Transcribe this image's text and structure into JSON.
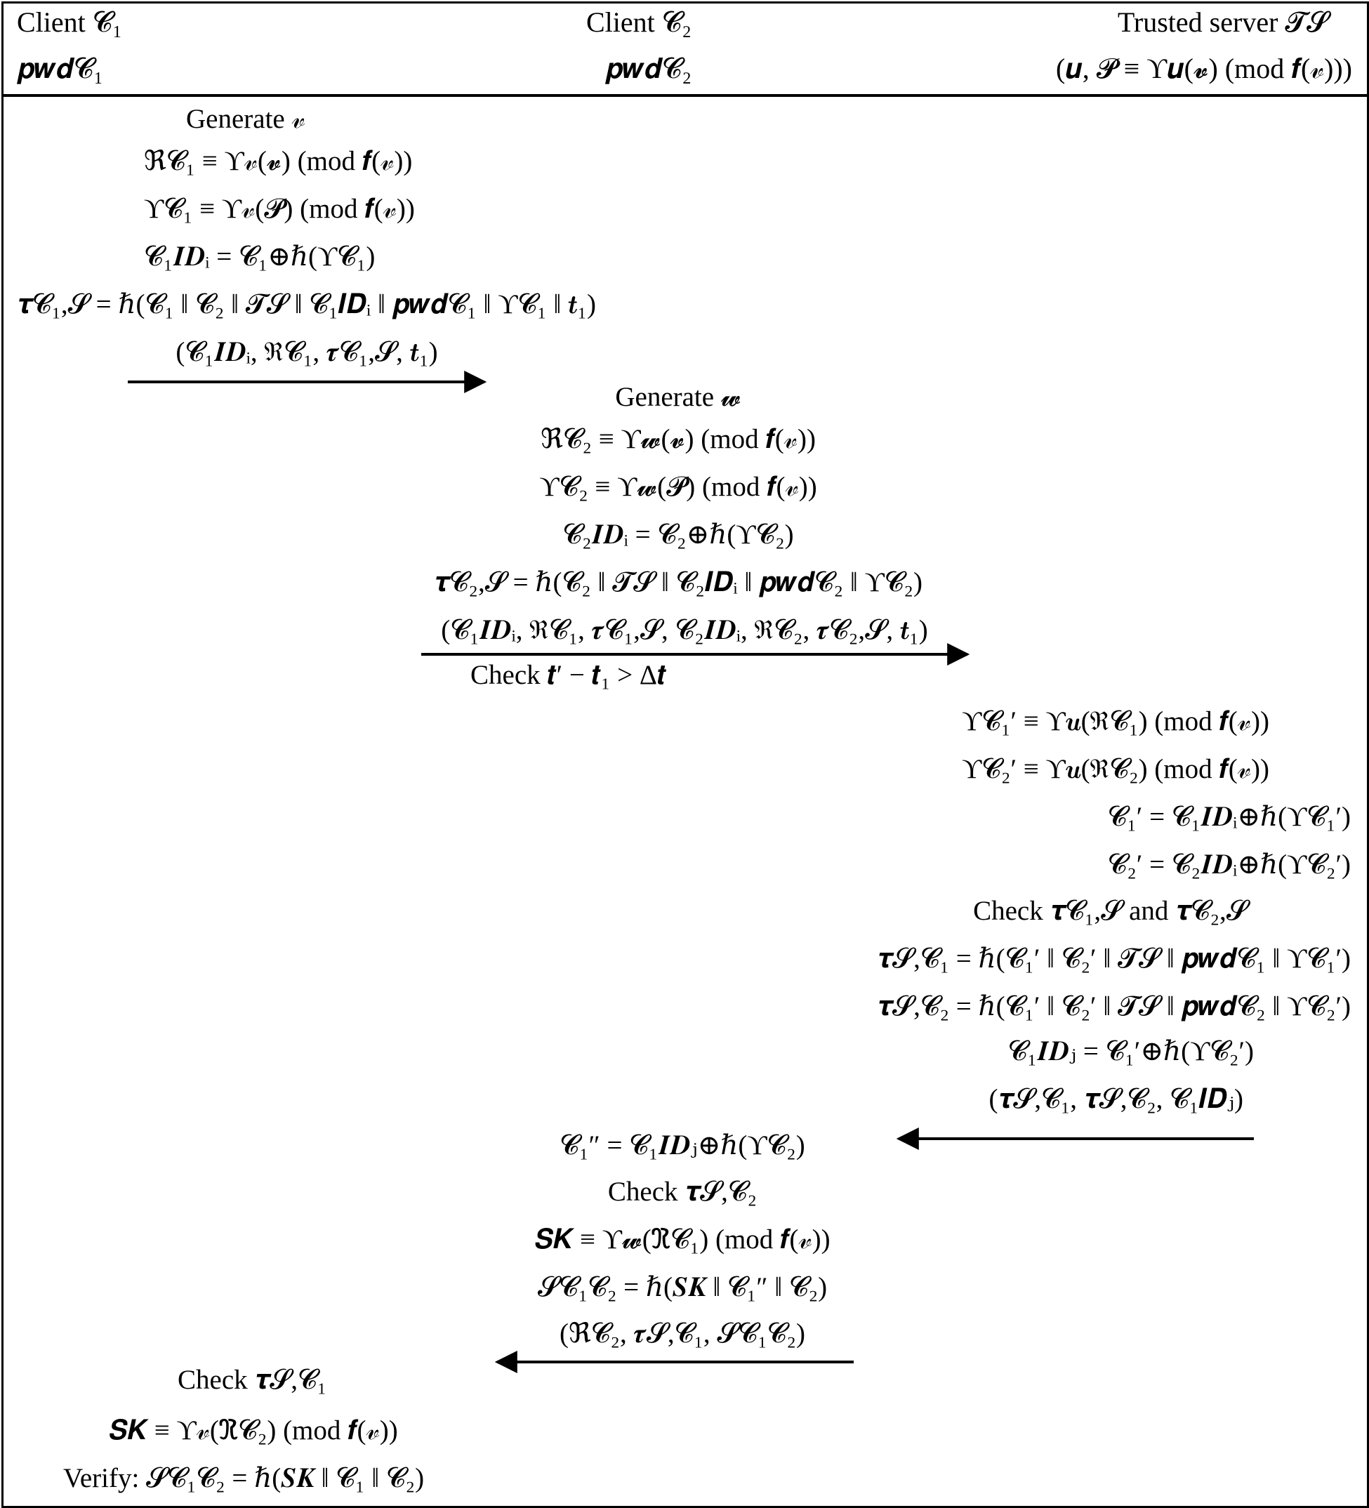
{
  "header": {
    "client1": {
      "title": "Client 𝓒₁",
      "secret": "𝒑𝒘𝒅𝓒₁"
    },
    "client2": {
      "title": "Client 𝓒₂",
      "secret": "𝒑𝒘𝒅𝓒₂"
    },
    "server": {
      "title": "Trusted server 𝓣𝓢",
      "secret": "(𝒖, 𝓟 ≡ ϒ𝒖(𝓿) (mod 𝒇(𝓋)))"
    }
  },
  "client1_phase1": [
    "Generate 𝓋",
    "ℜ𝓒₁ ≡ ϒ𝓋(𝓿) (mod 𝒇(𝓋))",
    "ϒ𝓒₁ ≡ ϒ𝓋(𝓟) (mod 𝒇(𝓋))",
    "𝓒₁𝑰𝑫ᵢ = 𝓒₁⊕ℏ(ϒ𝓒₁)",
    "𝝉𝓒₁,𝓢 = ℏ(𝓒₁ ‖ 𝓒₂ ‖ 𝓣𝓢 ‖ 𝓒₁𝑰𝑫ᵢ ‖ 𝒑𝒘𝒅𝓒₁ ‖ ϒ𝓒₁ ‖ 𝒕₁)"
  ],
  "message1": "(𝓒₁𝑰𝑫ᵢ, ℜ𝓒₁, 𝝉𝓒₁,𝓢, 𝒕₁)",
  "client2_phase": [
    "Generate 𝔀",
    "ℜ𝓒₂ ≡ ϒ𝔀(𝓿) (mod 𝒇(𝓋))",
    "ϒ𝓒₂ ≡ ϒ𝔀(𝓟) (mod 𝒇(𝓋))",
    "𝓒₂𝑰𝑫ᵢ = 𝓒₂⊕ℏ(ϒ𝓒₂)",
    "𝝉𝓒₂,𝓢 = ℏ(𝓒₂ ‖ 𝓣𝓢 ‖ 𝓒₂𝑰𝑫ᵢ ‖ 𝒑𝒘𝒅𝓒₂ ‖ ϒ𝓒₂)"
  ],
  "message2": "(𝓒₁𝑰𝑫ᵢ, ℜ𝓒₁, 𝝉𝓒₁,𝓢, 𝓒₂𝑰𝑫ᵢ, ℜ𝓒₂, 𝝉𝓒₂,𝓢, 𝒕₁)",
  "check_time": "Check 𝒕′ − 𝒕₁ > Δ𝒕",
  "server_phase": [
    "ϒ𝓒₁′ ≡ ϒ𝒖(ℜ𝓒₁) (mod 𝒇(𝓋))",
    "ϒ𝓒₂′ ≡ ϒ𝒖(ℜ𝓒₂) (mod 𝒇(𝓋))",
    "𝓒₁′ = 𝓒₁𝑰𝑫ᵢ⊕ℏ(ϒ𝓒₁′)",
    "𝓒₂′ = 𝓒₂𝑰𝑫ᵢ⊕ℏ(ϒ𝓒₂′)",
    "Check 𝝉𝓒₁,𝓢 and 𝝉𝓒₂,𝓢",
    "𝝉𝓢,𝓒₁ = ℏ(𝓒₁′ ‖ 𝓒₂′ ‖ 𝓣𝓢 ‖ 𝒑𝒘𝒅𝓒₁ ‖ ϒ𝓒₁′)",
    "𝝉𝓢,𝓒₂ = ℏ(𝓒₁′ ‖ 𝓒₂′ ‖ 𝓣𝓢 ‖ 𝒑𝒘𝒅𝓒₂ ‖ ϒ𝓒₂′)",
    "𝓒₁𝑰𝑫ⱼ = 𝓒₁′⊕ℏ(ϒ𝓒₂′)"
  ],
  "message3": "(𝝉𝓢,𝓒₁, 𝝉𝓢,𝓒₂, 𝓒₁𝑰𝑫ⱼ)",
  "client2_phase2": [
    "𝓒₁″ = 𝓒₁𝑰𝑫ⱼ⊕ℏ(ϒ𝓒₂)",
    "Check 𝝉𝓢,𝓒₂",
    "𝑺𝑲 ≡ ϒ𝔀(ℜ𝓒₁) (mod 𝒇(𝓋))",
    "𝓢𝓒₁𝓒₂ = ℏ(𝑺𝑲 ‖ 𝓒₁″ ‖ 𝓒₂)"
  ],
  "message4": "(ℜ𝓒₂, 𝝉𝓢,𝓒₁, 𝓢𝓒₁𝓒₂)",
  "client1_phase2": [
    "Check 𝝉𝓢,𝓒₁",
    "𝑺𝑲 ≡ ϒ𝓋(ℜ𝓒₂) (mod 𝒇(𝓋))",
    "Verify: 𝓢𝓒₁𝓒₂ = ℏ(𝑺𝑲 ‖ 𝓒₁ ‖ 𝓒₂)"
  ]
}
